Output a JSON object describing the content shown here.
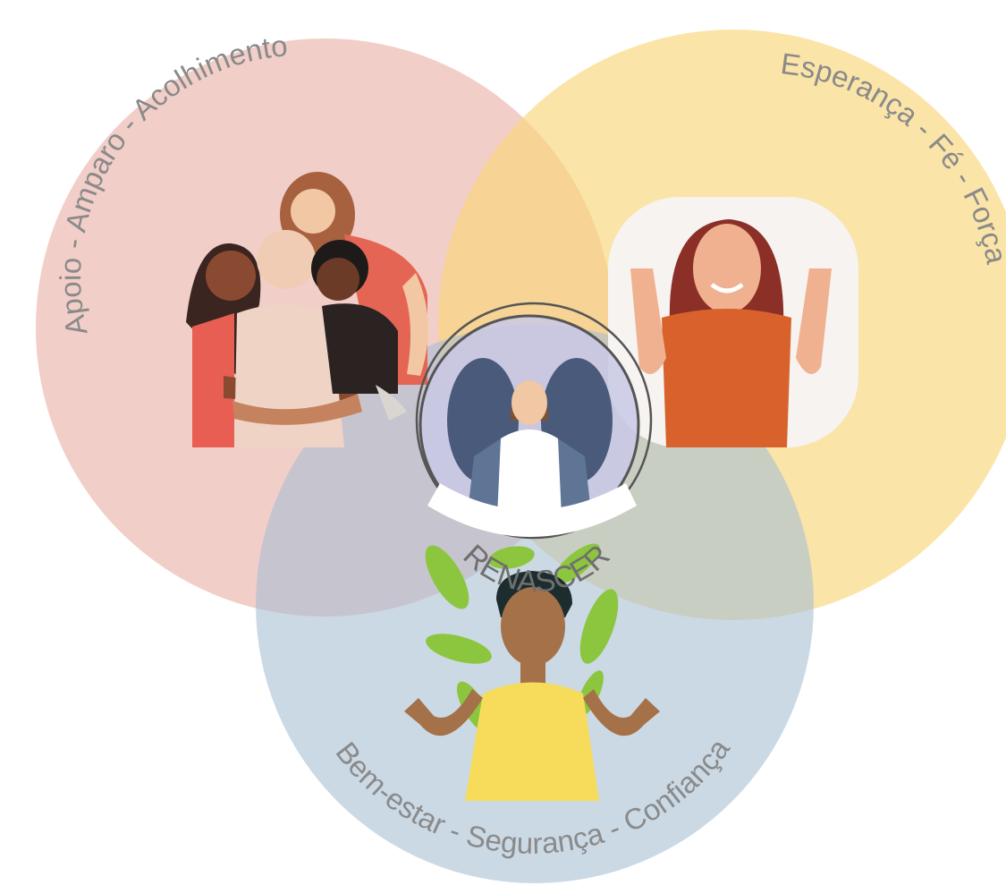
{
  "diagram": {
    "circles": [
      {
        "id": "left",
        "label": "Apoio - Amparo - Acolhimento",
        "color": "#e8a59a"
      },
      {
        "id": "right",
        "label": "Esperança - Fé - Força",
        "color": "#f9d67a"
      },
      {
        "id": "bottom",
        "label": "Bem-estar - Segurança - Confiança",
        "color": "#a8c0d4"
      }
    ],
    "center": {
      "label": "RENASCER"
    }
  },
  "icons": {
    "left": "group-hug-illustration",
    "right": "woman-fingers-crossed-illustration",
    "bottom": "man-meditating-leaves-illustration",
    "center": "woman-emerging-shadows-illustration"
  }
}
